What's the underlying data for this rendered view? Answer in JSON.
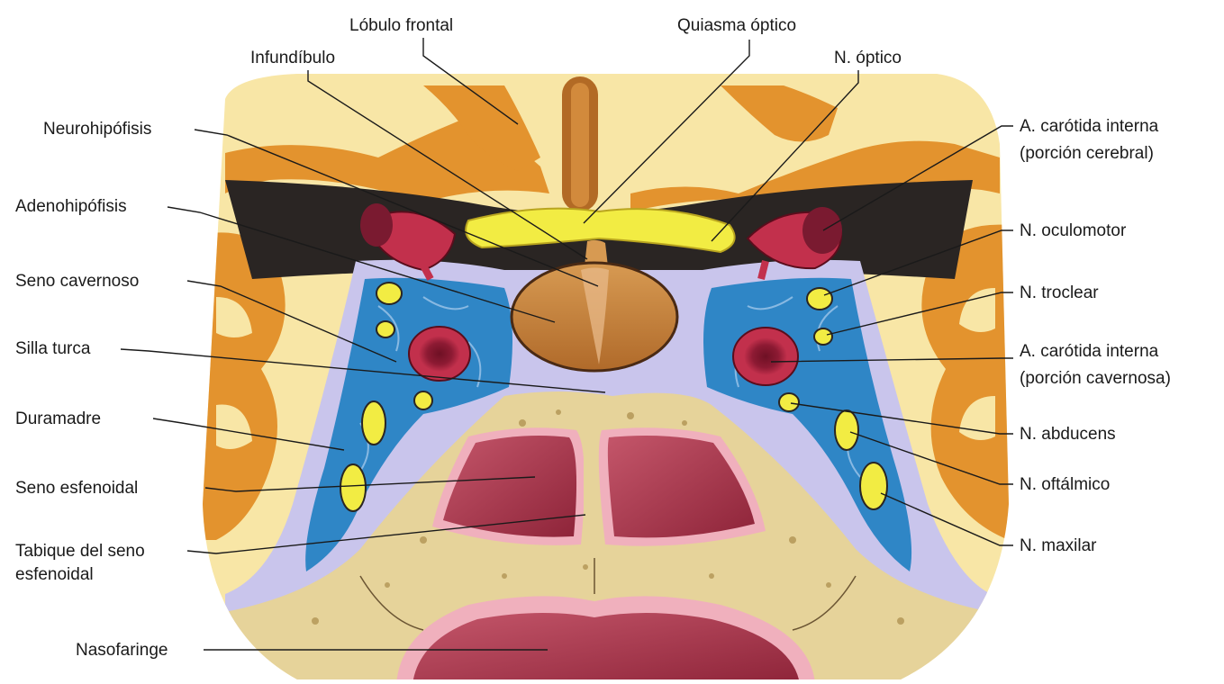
{
  "labels": {
    "lobulo_frontal": "Lóbulo frontal",
    "infundibulo": "Infundíbulo",
    "quiasma_optico": "Quiasma óptico",
    "n_optico": "N. óptico",
    "neurohipofisis": "Neurohipófisis",
    "adenohipofisis": "Adenohipófisis",
    "seno_cavernoso": "Seno cavernoso",
    "silla_turca": "Silla turca",
    "duramadre": "Duramadre",
    "seno_esfenoidal": "Seno esfenoidal",
    "tabique_l1": "Tabique del seno",
    "tabique_l2": "esfenoidal",
    "nasofaringe": "Nasofaringe",
    "carotida_cerebral_l1": "A. carótida interna",
    "carotida_cerebral_l2": "(porción cerebral)",
    "n_oculomotor": "N. oculomotor",
    "n_troclear": "N. troclear",
    "carotida_cavernosa_l1": "A. carótida interna",
    "carotida_cavernosa_l2": "(porción cavernosa)",
    "n_abducens": "N. abducens",
    "n_oftalmico": "N. oftálmico",
    "n_maxilar": "N. maxilar"
  },
  "colors": {
    "brain_cream": "#f8e6a6",
    "brain_orange": "#e3932e",
    "dura_lilac": "#c9c5ec",
    "sinus_blue": "#2f86c6",
    "bone": "#e6d39a",
    "artery": "#c2304c",
    "nerve_yellow": "#f2ec43",
    "gland_brown": "#c8843c",
    "mucosa": "#a8394e"
  }
}
